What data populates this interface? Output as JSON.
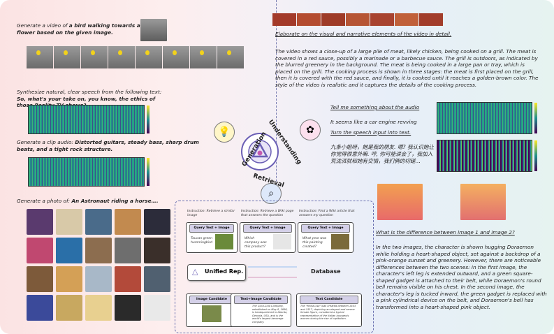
{
  "generation": {
    "video_prompt_prefix": "Generate a video of ",
    "video_prompt_bold": "a bird walking towards a flower based on the given image.",
    "speech_prompt_prefix": "Synthesize natural, clear speech from the following text: ",
    "speech_prompt_bold": "So, what's your take on, you know, the ethics of those Reality TV shows?",
    "audio_prompt_prefix": "Generate a clip audio: ",
    "audio_prompt_bold": "Distorted guitars, steady bass, sharp drum beats, and a tight rock structure.",
    "photo_prompt_prefix": "Generate a photo of: ",
    "photo_prompt_bold": "An Astronaut riding a horse….",
    "photo_colors": [
      "#5a3a6e",
      "#d8c9a8",
      "#4a6b8a",
      "#c28a4f",
      "#2c2c3a",
      "#c04870",
      "#2a6fa8",
      "#8c6d4f",
      "#6e6e6e",
      "#3a2f2a",
      "#7d5a3a",
      "#d4a056",
      "#a8b8c8",
      "#b34a3a",
      "#506070",
      "#3b4a9a",
      "#c8a860",
      "#e8d090",
      "#2a2a2a",
      "#e9e9e9"
    ]
  },
  "understanding": {
    "video_question": "Elaborate on the visual and narrative elements of the video in detail.",
    "video_answer": "The video shows a close-up of a large pile of meat, likely chicken, being cooked on a grill. The meat is covered in a red sauce, possibly a marinade or a barbecue sauce. The grill is outdoors, as indicated by the blurred greenery in the background. The meat is being cooked in a large pan or tray, which is placed on the grill. The cooking process is shown in three stages: the meat is first placed on the grill, then it is covered with the red sauce, and finally, it is cooked until it reaches a golden-brown color. The style of the video is realistic and it captures the details of the cooking process.",
    "audio_question": "Tell me something about the audio",
    "audio_answer": "It seems like a car engine revving",
    "speech_question": "Turn the speech input into text.",
    "speech_answer": "九条小姐呀，她是我的朋友. 嗯? 我认识她让你觉得很意外嘛. 哼, 你可能误会了，我加入荒泷派就和她有交情，我们俩的切磋…",
    "image_question": "What is the difference between image 1 and image 2?",
    "image_answer": "In the two images, the character is shown hugging Doraemon while holding a heart-shaped object, set against a backdrop of a pink-orange sunset and greenery. However, there are noticeable differences between the two scenes: in the first image, the character's left leg is extended outward, and a green square-shaped gadget is attached to their belt, while Doraemon's round bell remains visible on his chest. In the second image, the character's leg is tucked inward, the green gadget is replaced with a pink cylindrical device on the belt, and Doraemon's bell has transformed into a heart-shaped pink object."
  },
  "labels": {
    "generation": "Generation",
    "understanding": "Understanding",
    "retrieval": "Retrieval",
    "unified": "Unified Rep.",
    "database": "Database"
  },
  "retrieval": {
    "instr1": "Instruction: Retrieve a similar image",
    "instr2": "Instruction: Retrieve a Wiki page that answers the question",
    "instr3": "Instruction: Find a Wiki article that answers my question",
    "query_label": "Query Text + Image",
    "q1": "Toucan green hummingbird",
    "q2": "Which company was this product?",
    "q3": "What year was this painting created?",
    "cand1": "Image Candidate",
    "cand2": "Text+Image Candidate",
    "cand3": "Text Candidate",
    "cand2_text": "The Coca-Cola Company, established on May 8, 1886, is headquartered in Atlanta, Georgia, USA, and is the world's largest beverage company.",
    "cand3_text": "The \"Mona Lisa\" was created between 1503 and 1517, depicting an elegant and serene female figure, considered a typical representative of the Italian bourgeois women during the rise of capitalism."
  }
}
